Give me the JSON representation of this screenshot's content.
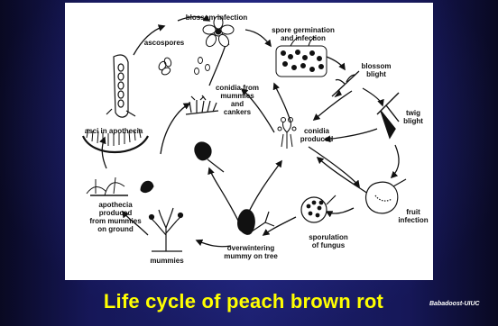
{
  "slide": {
    "title": "Life cycle of peach brown rot",
    "credit": "Babadoost-UIUC"
  },
  "diagram": {
    "stages": {
      "blossom_infection": "blossom infection",
      "ascospores": "ascospores",
      "spore_germination": "spore germination\nand infection",
      "blossom_blight": "blossom\nblight",
      "twig_blight": "twig\nblight",
      "conidia_produced": "conidia\nproduced",
      "conidia_from_mummies": "conidia from\nmummies\nand\ncankers",
      "asci_in_apothecia": "asci in apothecia",
      "fruit_infection": "fruit\ninfection",
      "sporulation": "sporulation\nof fungus",
      "apothecia_produced": "apothecia\nproduced\nfrom mummies\non ground",
      "mummies": "mummies",
      "overwintering": "overwintering\nmummy on tree"
    }
  }
}
